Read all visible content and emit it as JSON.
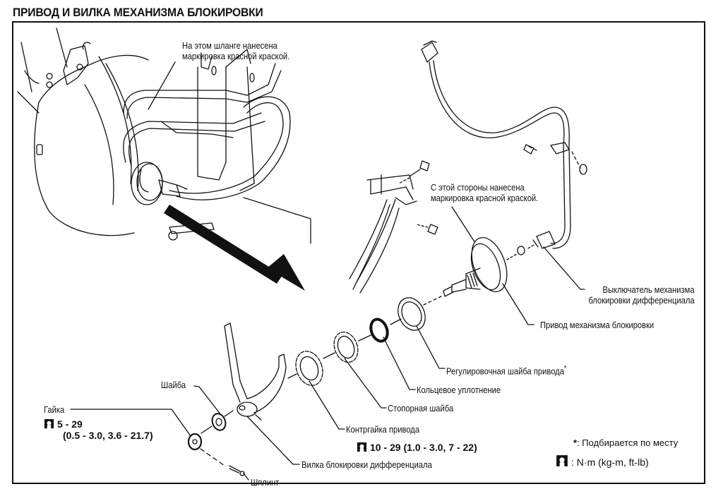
{
  "page": {
    "title": "ПРИВОД И ВИЛКА МЕХАНИЗМА БЛОКИРОВКИ"
  },
  "callouts": {
    "hose_mark": [
      "На этом шланге нанесена",
      "маркировка красной краской."
    ],
    "side_mark": [
      "С этой стороны нанесена",
      "маркировка красной краской."
    ],
    "switch": [
      "Выключатель механизма",
      "блокировки дифференциала"
    ],
    "actuator": "Привод механизма блокировки",
    "shim": "Регулировочная шайба привода",
    "shim_asterisk": "*",
    "o_ring": "Кольцевое уплотнение",
    "lock_washer": "Стопорная шайба",
    "lock_nut": "Контргайка привода",
    "washer": "Шайба",
    "nut": "Гайка",
    "fork": "Вилка блокировки дифференциала",
    "cotter_pin": "Шплинт"
  },
  "torques": {
    "nut": {
      "icon": "torque-wrench-icon",
      "line1": "5 - 29",
      "line2": "(0.5 - 3.0, 3.6 - 21.7)"
    },
    "lock_nut": {
      "icon": "torque-wrench-icon",
      "line1": "10 - 29 (1.0 - 3.0, 7 - 22)"
    }
  },
  "legend": {
    "asterisk_symbol": "*",
    "asterisk_text": ":  Подбирается по месту",
    "torque_icon": "torque-wrench-icon",
    "torque_text": ":  N·m (kg-m, ft-lb)"
  }
}
